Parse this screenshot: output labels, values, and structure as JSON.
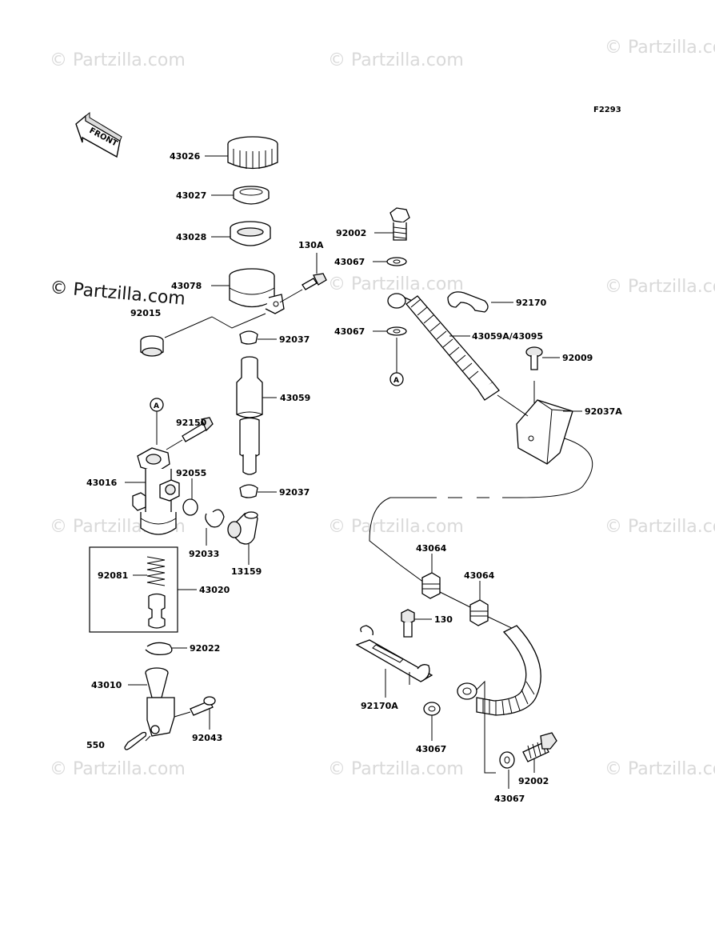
{
  "watermark": "© Partzilla.com",
  "diagram_code": "F2293",
  "front_label": "FRONT",
  "ref_marker": "A",
  "labels": {
    "p43026": "43026",
    "p43027": "43027",
    "p43028": "43028",
    "p43078": "43078",
    "p92015": "92015",
    "p130a": "130A",
    "p92002_top": "92002",
    "p43067_a": "43067",
    "p43067_b": "43067",
    "p92170": "92170",
    "p43059a": "43059A/43095",
    "p92009": "92009",
    "p92037a": "92037A",
    "p92037_top": "92037",
    "p43059": "43059",
    "p92037_bottom": "92037",
    "p92150": "92150",
    "p43016": "43016",
    "p92055": "92055",
    "p92033": "92033",
    "p13159": "13159",
    "p92081": "92081",
    "p43020": "43020",
    "p92022": "92022",
    "p43010": "43010",
    "p92043": "92043",
    "p550": "550",
    "p43064_left": "43064",
    "p43064_right": "43064",
    "p130": "130",
    "p92170a": "92170A",
    "p43067_c": "43067",
    "p43067_d": "43067",
    "p92002_bottom": "92002"
  }
}
